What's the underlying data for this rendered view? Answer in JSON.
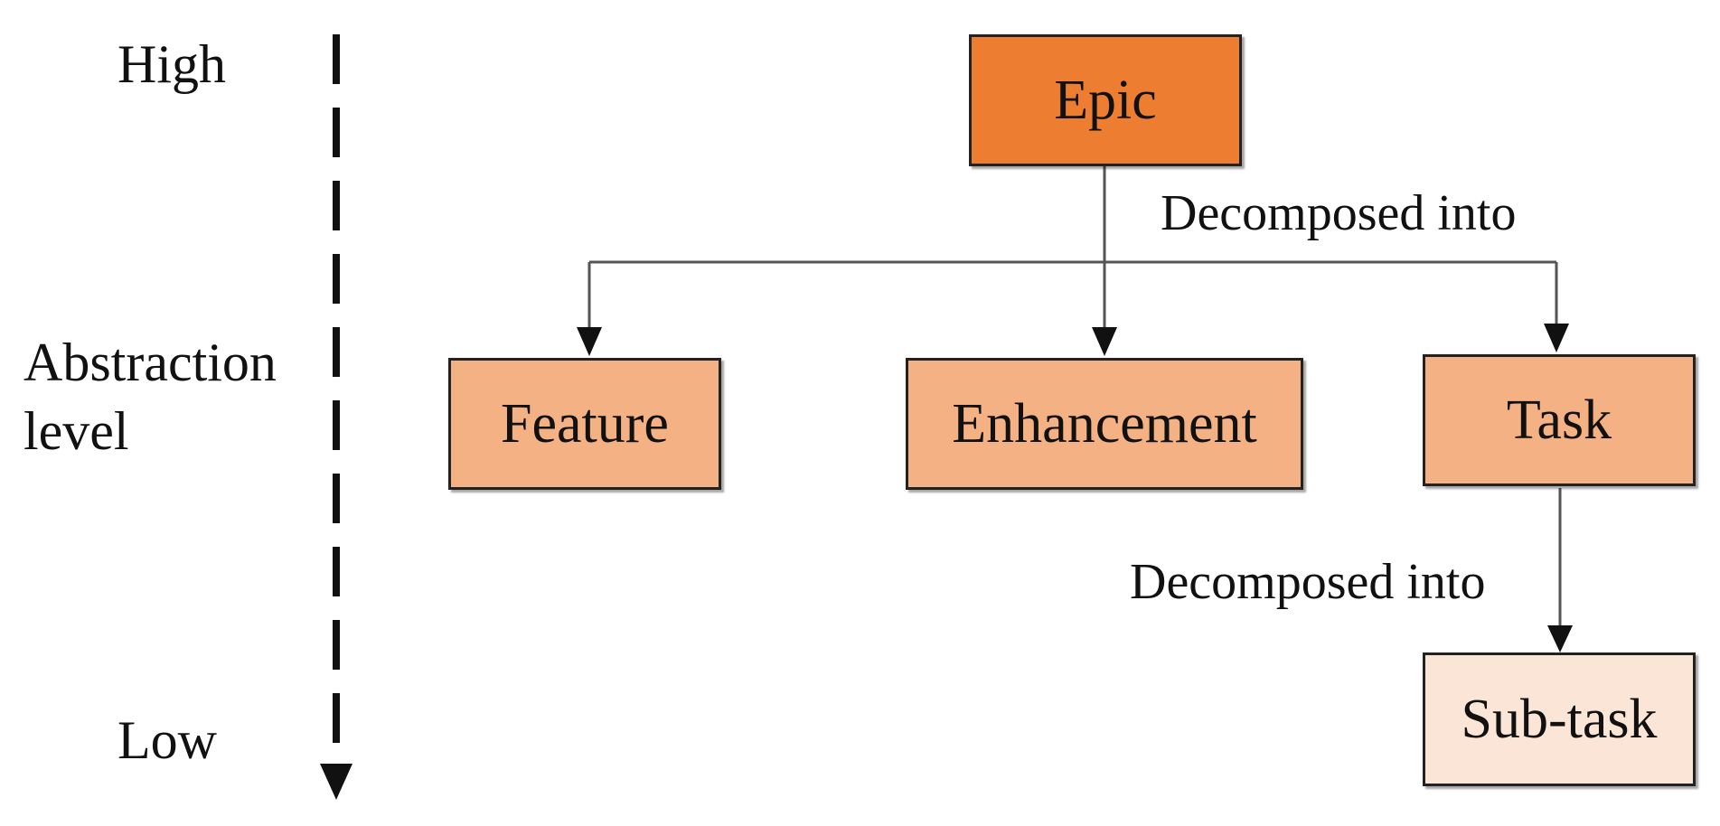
{
  "axis": {
    "high_label": "High",
    "middle_label_line1": "Abstraction",
    "middle_label_line2": "level",
    "low_label": "Low"
  },
  "nodes": {
    "epic": "Epic",
    "feature": "Feature",
    "enhancement": "Enhancement",
    "task": "Task",
    "subtask": "Sub-task"
  },
  "edges": {
    "epic_decomposition": "Decomposed into",
    "task_decomposition": "Decomposed into"
  },
  "colors": {
    "epic_fill": "#ED7D31",
    "mid_fill": "#F4B183",
    "subtask_fill": "#FBE5D6",
    "line": "#555555",
    "axis": "#111111"
  }
}
